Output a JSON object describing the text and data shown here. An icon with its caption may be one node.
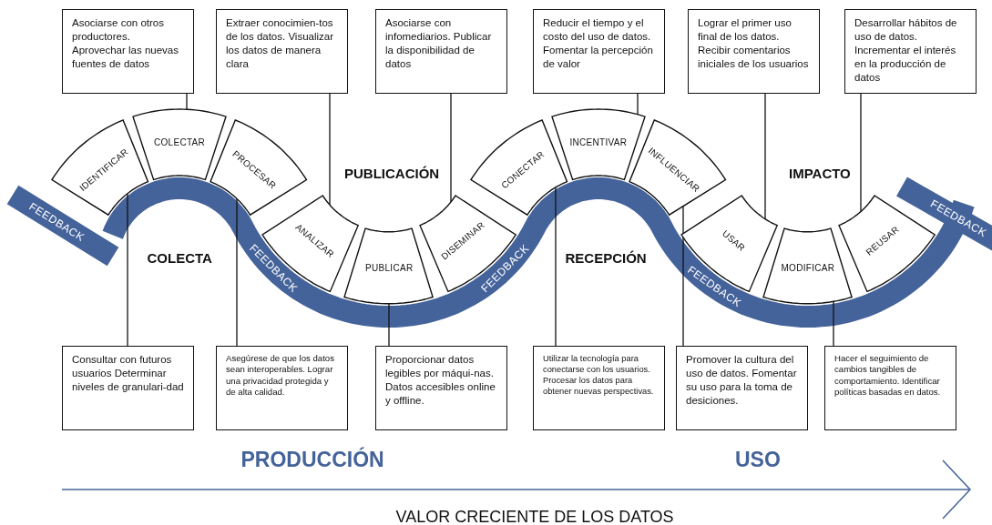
{
  "diagram": {
    "nodes": [
      {
        "text": [
          "Asociarse con otros productores. Aprovechar las nuevas fuentes de datos"
        ]
      },
      {
        "text": [
          "Extraer conocimien-tos de los datos. Visualizar los datos de manera clara"
        ]
      },
      {
        "text": [
          "Asociarse con infomediarios. Publicar la disponibilidad de datos"
        ]
      },
      {
        "text": [
          "Reducir el tiempo y el costo del uso de datos. Fomentar la percepción de valor"
        ]
      },
      {
        "text": [
          "Lograr el primer uso final de los datos. Recibir comentarios iniciales de los usuarios"
        ]
      },
      {
        "text": [
          "Desarrollar hábitos de uso de datos. Incrementar el interés en la producción de datos"
        ]
      },
      {
        "text": [
          "IDENTIFICAR"
        ]
      },
      {
        "text": [
          "COLECTAR"
        ]
      },
      {
        "text": [
          "PROCESAR"
        ]
      },
      {
        "text": [
          "ANALIZAR"
        ]
      },
      {
        "text": [
          "PUBLICAR"
        ]
      },
      {
        "text": [
          "DISEMINAR"
        ]
      },
      {
        "text": [
          "CONECTAR"
        ]
      },
      {
        "text": [
          "INCENTIVAR"
        ]
      },
      {
        "text": [
          "INFLUENCIAR"
        ]
      },
      {
        "text": [
          "USAR"
        ]
      },
      {
        "text": [
          "MODIFICAR"
        ]
      },
      {
        "text": [
          "REUSAR"
        ]
      },
      {
        "text": [
          "Consultar con futuros usuarios Determinar niveles de granulari-dad"
        ]
      },
      {
        "text": [
          "Asegúrese de que los datos sean interoperables. Lograr una privacidad protegida y de alta calidad."
        ]
      },
      {
        "text": [
          "Proporcionar datos legibles por máqui-nas. Datos accesibles online y offline."
        ]
      },
      {
        "text": [
          "Utilizar la tecnología para conectarse con los usuarios. Procesar los datos para obtener nuevas perspectivas."
        ]
      },
      {
        "text": [
          "Promover la cultura del uso de datos. Fomentar su uso para la toma de desiciones."
        ]
      },
      {
        "text": [
          "Hacer el seguimiento de cambios tangibles de comportamiento. Identificar políticas basadas en datos."
        ]
      }
    ],
    "edges": [
      {
        "from": 0,
        "to": 7,
        "arrow": "none"
      },
      {
        "from": 1,
        "to": 9,
        "arrow": "none"
      },
      {
        "from": 2,
        "to": 11,
        "arrow": "none"
      },
      {
        "from": 3,
        "to": 13,
        "arrow": "none"
      },
      {
        "from": 4,
        "to": 15,
        "arrow": "none"
      },
      {
        "from": 5,
        "to": 17,
        "arrow": "none"
      },
      {
        "from": 18,
        "to": 6,
        "arrow": "none"
      },
      {
        "from": 19,
        "to": 8,
        "arrow": "none"
      },
      {
        "from": 20,
        "to": 10,
        "arrow": "none"
      },
      {
        "from": 21,
        "to": 12,
        "arrow": "none"
      },
      {
        "from": 22,
        "to": 14,
        "arrow": "none"
      },
      {
        "from": 23,
        "to": 16,
        "arrow": "none"
      }
    ],
    "labels": [
      "FEEDBACK",
      "PUBLICACIÓN",
      "IMPACTO",
      "FEEDBACK",
      "COLECTA",
      "FEEDBACK",
      "RECEPCIÓN",
      "FEEDBACK",
      "FEEDBACK",
      "PRODUCCIÓN",
      "USO",
      "VALOR CRECIENTE DE LOS DATOS"
    ]
  }
}
